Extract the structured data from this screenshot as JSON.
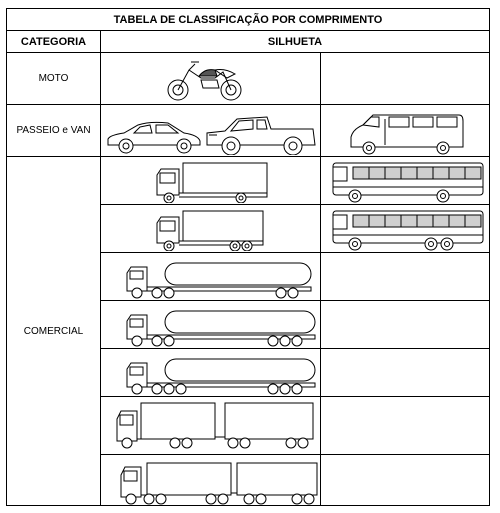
{
  "table": {
    "title": "TABELA DE CLASSIFICAÇÃO POR COMPRIMENTO",
    "headers": {
      "category": "CATEGORIA",
      "silhouette": "SILHUETA"
    }
  },
  "rows": [
    {
      "category": "MOTO",
      "left": [
        "motorcycle-icon"
      ],
      "right": []
    },
    {
      "category": "PASSEIO e VAN",
      "left": [
        "sedan-car-icon",
        "pickup-truck-icon"
      ],
      "right": [
        "van-icon"
      ]
    },
    {
      "category": "COMERCIAL",
      "left": [
        "box-truck-2-axle-icon",
        "box-truck-3-axle-icon",
        "tanker-semi-trailer-5-axle-icon",
        "tanker-semi-trailer-6-axle-icon",
        "tanker-semi-trailer-7-axle-icon",
        "truck-trailer-combo-icon",
        "truck-double-trailer-combo-icon"
      ],
      "right": [
        "bus-2-axle-icon",
        "bus-3-axle-icon"
      ]
    }
  ]
}
